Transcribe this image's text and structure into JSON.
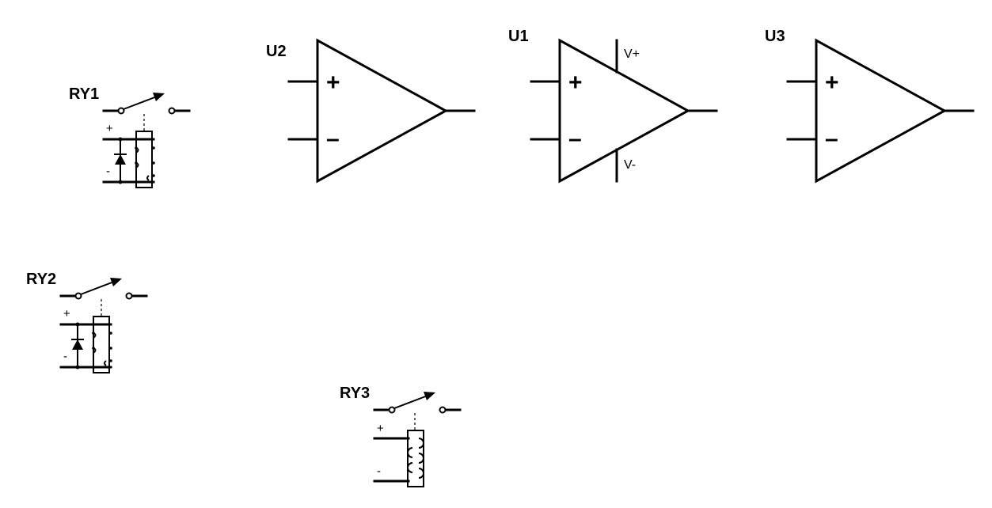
{
  "components": {
    "u2": {
      "refdes": "U2",
      "plus": "+",
      "minus": "–"
    },
    "u1": {
      "refdes": "U1",
      "plus": "+",
      "minus": "–",
      "vplus": "V+",
      "vminus": "V-"
    },
    "u3": {
      "refdes": "U3",
      "plus": "+",
      "minus": "–"
    },
    "ry1": {
      "refdes": "RY1",
      "plus": "+",
      "minus": "-"
    },
    "ry2": {
      "refdes": "RY2",
      "plus": "+",
      "minus": "-"
    },
    "ry3": {
      "refdes": "RY3",
      "plus": "+",
      "minus": "-"
    }
  }
}
